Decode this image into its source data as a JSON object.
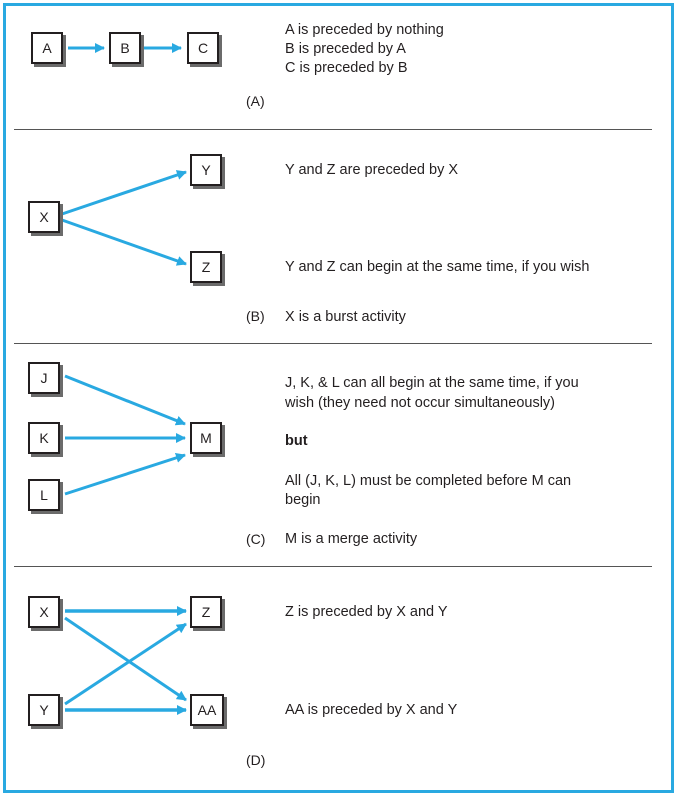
{
  "colors": {
    "arrow": "#29a9e1",
    "frame": "#29a9e1",
    "node_border": "#231f20",
    "shadow": "#6b6b6b",
    "text": "#231f20"
  },
  "panelA": {
    "nodes": [
      "A",
      "B",
      "C"
    ],
    "lines": [
      "A is preceded by nothing",
      "B is preceded by A",
      "C is preceded by B"
    ],
    "caption": "(A)"
  },
  "panelB": {
    "nodes": [
      "X",
      "Y",
      "Z"
    ],
    "note1": "Y and Z are preceded by X",
    "note2": "Y and Z can begin at the same time, if you wish",
    "caption": "(B)",
    "caption_text": "X is a burst activity"
  },
  "panelC": {
    "nodes": [
      "J",
      "K",
      "L",
      "M"
    ],
    "note1a": "J, K, & L can all begin at the same time, if you",
    "note1b": "wish (they need not occur simultaneously)",
    "but": "but",
    "note2a": "All (J, K, L) must be completed before M can",
    "note2b": "begin",
    "caption": "(C)",
    "caption_text": "M is a merge activity"
  },
  "panelD": {
    "nodes": [
      "X",
      "Y",
      "Z",
      "AA"
    ],
    "note1": "Z is preceded by X and Y",
    "note2": "AA is preceded by X and Y",
    "caption": "(D)"
  }
}
